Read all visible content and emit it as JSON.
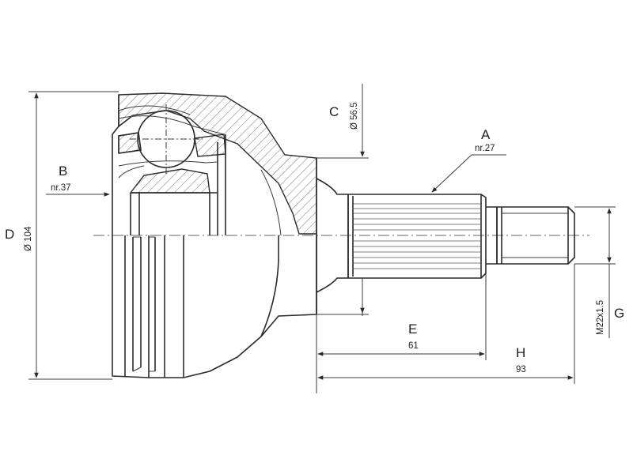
{
  "labels": {
    "A": {
      "letter": "A",
      "value": "nr.27"
    },
    "B": {
      "letter": "B",
      "value": "nr.37"
    },
    "C": {
      "letter": "C",
      "value": "Ø 56.5"
    },
    "D": {
      "letter": "D",
      "value": "Ø 104"
    },
    "E": {
      "letter": "E",
      "value": "61"
    },
    "G": {
      "letter": "G",
      "value": "M22x1.5"
    },
    "H": {
      "letter": "H",
      "value": "93"
    }
  }
}
